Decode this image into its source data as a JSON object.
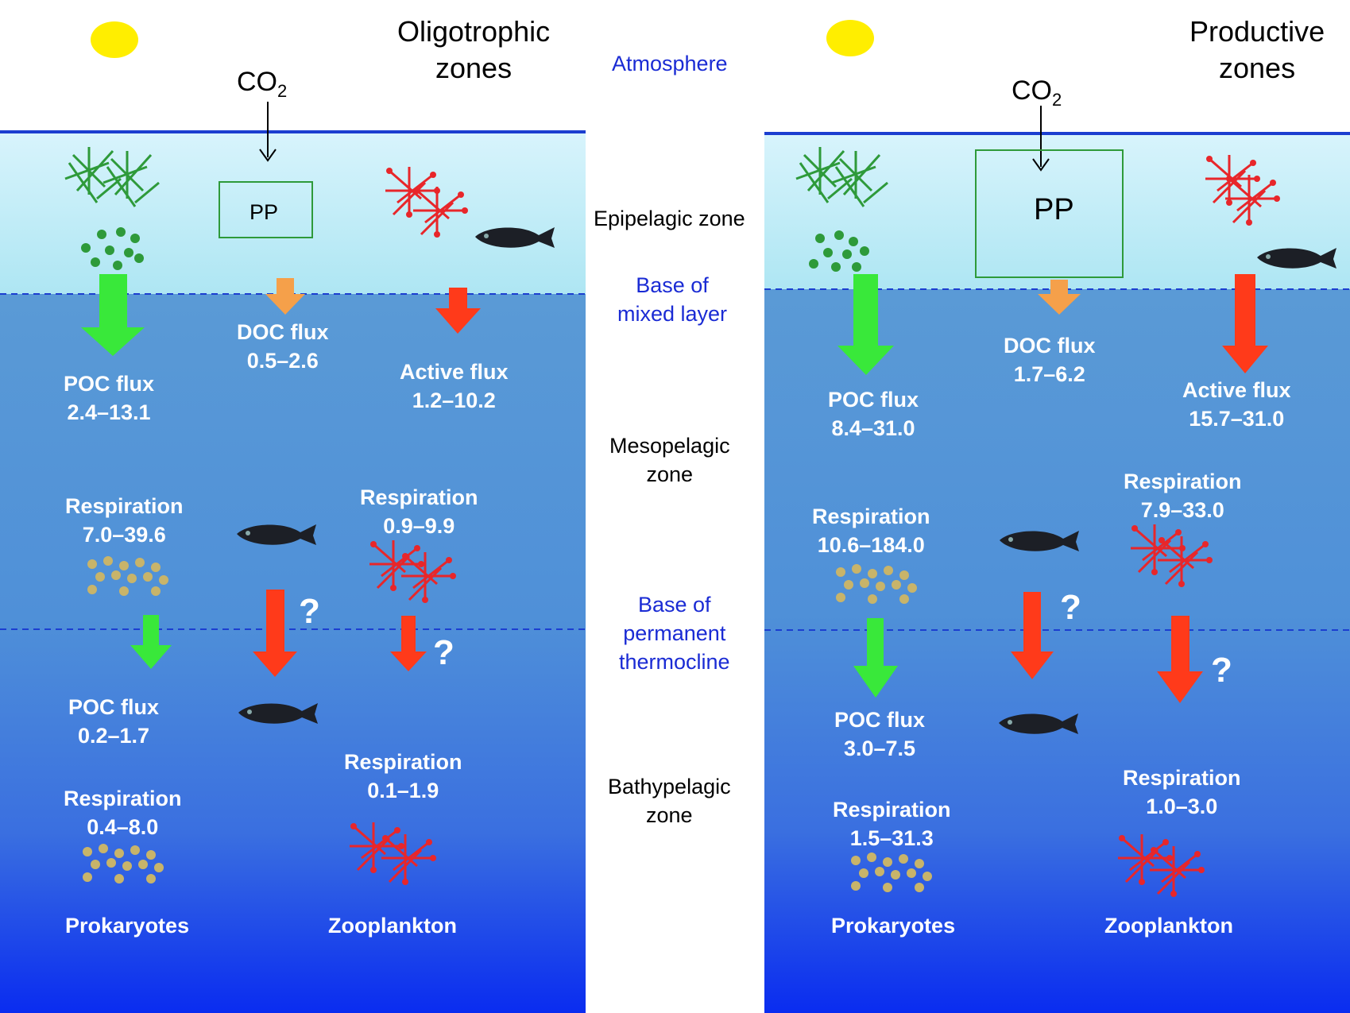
{
  "left": {
    "title": [
      "Oligotrophic",
      "zones"
    ],
    "co2": {
      "base": "CO",
      "sub": "2"
    },
    "pp": "PP",
    "doc_flux": [
      "DOC flux",
      "0.5–2.6"
    ],
    "poc_flux_upper": [
      "POC flux",
      "2.4–13.1"
    ],
    "active_flux": [
      "Active flux",
      "1.2–10.2"
    ],
    "prok_resp_meso": [
      "Respiration",
      "7.0–39.6"
    ],
    "zoo_resp_meso": [
      "Respiration",
      "0.9–9.9"
    ],
    "poc_flux_lower": [
      "POC flux",
      "0.2–1.7"
    ],
    "prok_resp_bathy": [
      "Respiration",
      "0.4–8.0"
    ],
    "zoo_resp_bathy": [
      "Respiration",
      "0.1–1.9"
    ],
    "prokaryotes": "Prokaryotes",
    "zooplankton": "Zooplankton",
    "question_mark": "?"
  },
  "right": {
    "title": [
      "Productive",
      "zones"
    ],
    "co2": {
      "base": "CO",
      "sub": "2"
    },
    "pp": "PP",
    "doc_flux": [
      "DOC flux",
      "1.7–6.2"
    ],
    "poc_flux_upper": [
      "POC flux",
      "8.4–31.0"
    ],
    "active_flux": [
      "Active flux",
      "15.7–31.0"
    ],
    "prok_resp_meso": [
      "Respiration",
      "10.6–184.0"
    ],
    "zoo_resp_meso": [
      "Respiration",
      "7.9–33.0"
    ],
    "poc_flux_lower": [
      "POC flux",
      "3.0–7.5"
    ],
    "prok_resp_bathy": [
      "Respiration",
      "1.5–31.3"
    ],
    "zoo_resp_bathy": [
      "Respiration",
      "1.0–3.0"
    ],
    "prokaryotes": "Prokaryotes",
    "zooplankton": "Zooplankton",
    "question_mark": "?"
  },
  "center": {
    "atmosphere": "Atmosphere",
    "epipelagic": "Epipelagic zone",
    "mixed_layer": [
      "Base of",
      "mixed layer"
    ],
    "mesopelagic": [
      "Mesopelagic",
      "zone"
    ],
    "thermocline": [
      "Base of",
      "permanent",
      "thermocline"
    ],
    "bathypelagic": [
      "Bathypelagic",
      "zone"
    ]
  },
  "colors": {
    "surface_light": "#d6f3fb",
    "water_top": "#5a9ad6",
    "water_bottom": "#0a2cf0",
    "sun": "#ffee00",
    "poc_arrow": "#39e83a",
    "doc_arrow": "#f5a04a",
    "active_arrow": "#ff3a1a",
    "phytoplankton": "#2e9a3a",
    "zooplankton": "#e8262a",
    "prokaryote": "#c8b46a",
    "zone_label_blue": "#1a2bd4"
  }
}
